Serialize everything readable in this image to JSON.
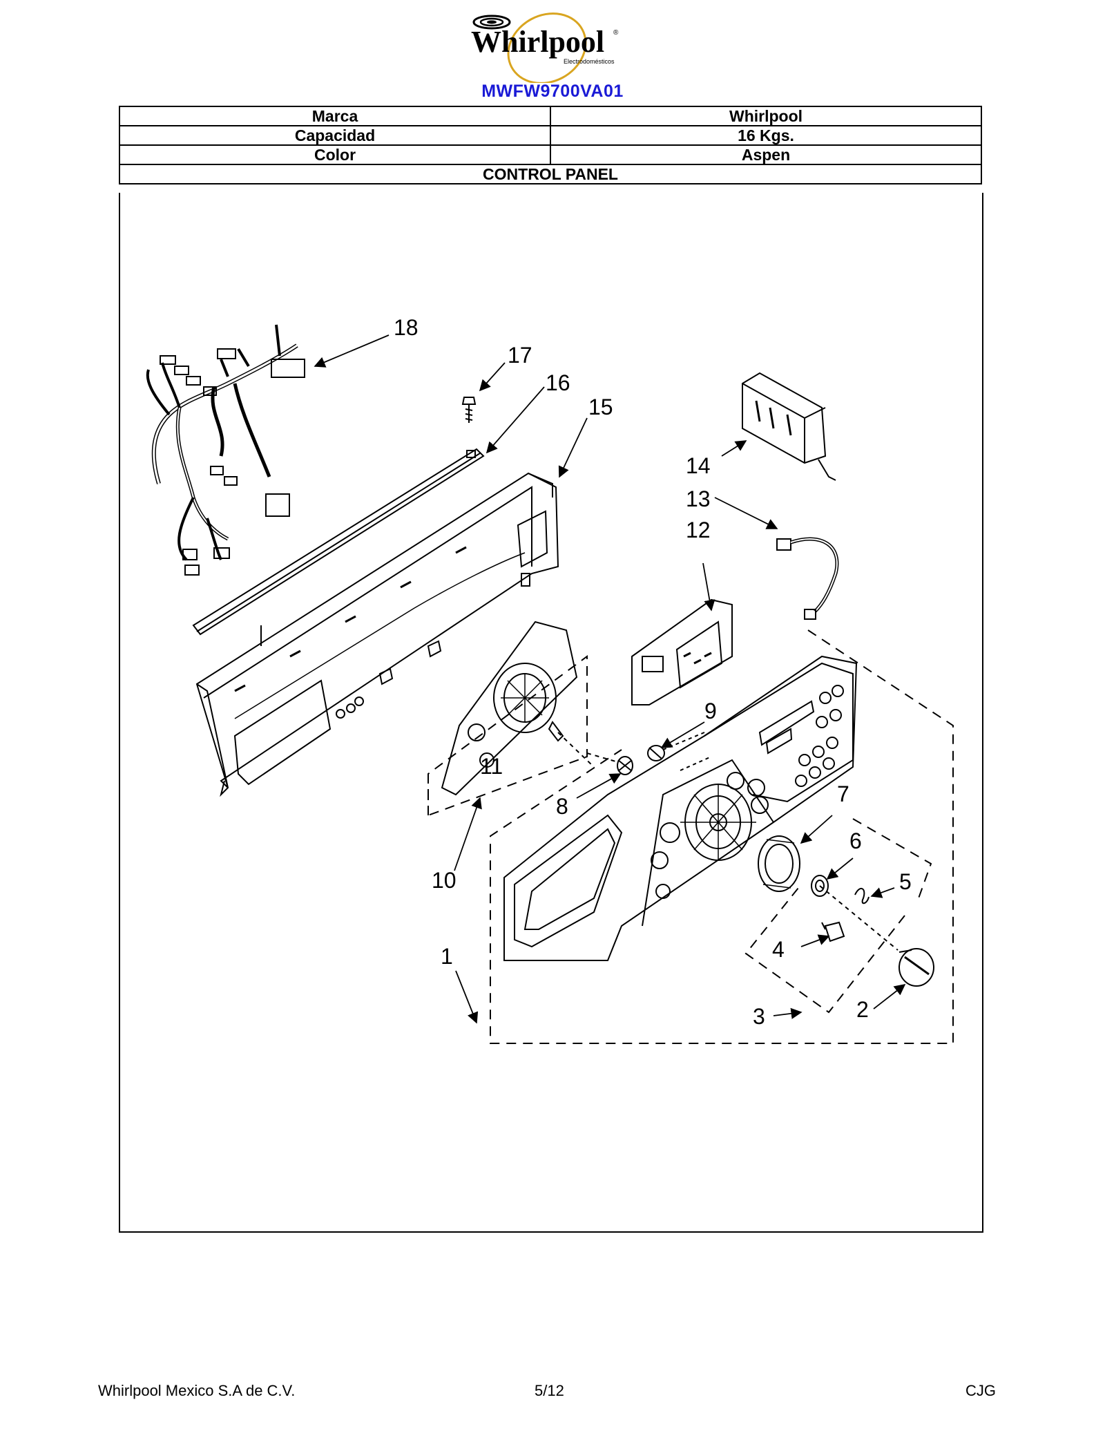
{
  "header": {
    "brand_logo_text": "Whirlpool",
    "brand_logo_subtext": "Electrodomésticos",
    "model": "MWFW9700VA01",
    "model_color": "#1a1ad6",
    "logo_accent_color": "#d9a520"
  },
  "spec_table": {
    "rows": [
      {
        "label": "Marca",
        "value": "Whirlpool"
      },
      {
        "label": "Capacidad",
        "value": "16 Kgs."
      },
      {
        "label": "Color",
        "value": "Aspen"
      }
    ],
    "section_title": "CONTROL PANEL"
  },
  "diagram": {
    "callouts": [
      "1",
      "2",
      "3",
      "4",
      "5",
      "6",
      "7",
      "8",
      "9",
      "10",
      "11",
      "12",
      "13",
      "14",
      "15",
      "16",
      "17",
      "18"
    ]
  },
  "footer": {
    "company": "Whirlpool Mexico S.A de C.V.",
    "page": "5/12",
    "initials": "CJG"
  }
}
